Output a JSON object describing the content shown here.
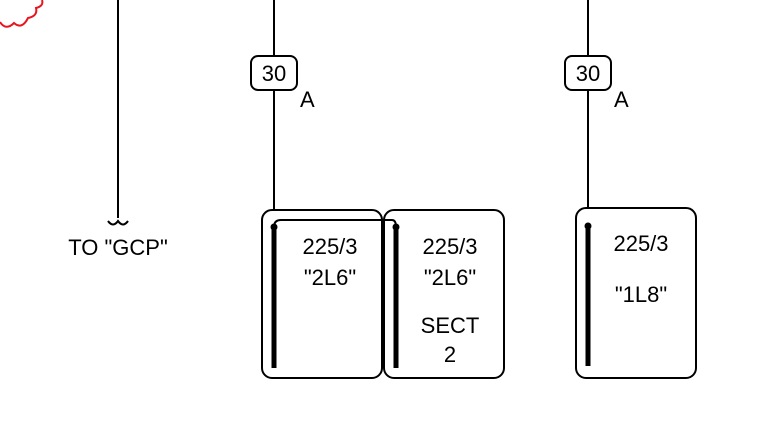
{
  "colors": {
    "line": "#000000",
    "revision_cloud": "#e8141e",
    "background": "#ffffff"
  },
  "gcp_label": "TO \"GCP\"",
  "breakers": [
    {
      "rating": "30",
      "unit": "A"
    },
    {
      "rating": "30",
      "unit": "A"
    }
  ],
  "panels": [
    {
      "line1": "225/3",
      "line2": "\"2L6\""
    },
    {
      "line1": "225/3",
      "line2": "\"2L6\"",
      "line3": "SECT",
      "line4": "2"
    },
    {
      "line1": "225/3",
      "line2": "\"1L8\""
    }
  ]
}
